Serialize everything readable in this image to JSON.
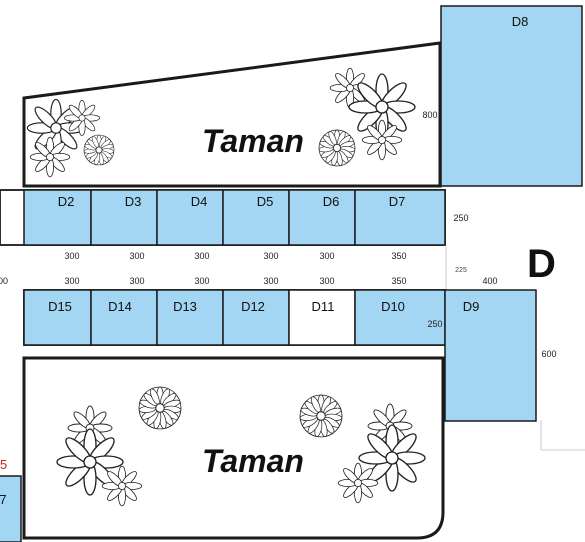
{
  "zone_label": "D",
  "garden_top": {
    "label": "Taman"
  },
  "garden_bottom": {
    "label": "Taman"
  },
  "stalls": {
    "D8": "D8",
    "D2": "D2",
    "D3": "D3",
    "D4": "D4",
    "D5": "D5",
    "D6": "D6",
    "D7": "D7",
    "D15": "D15",
    "D14": "D14",
    "D13": "D13",
    "D12": "D12",
    "D11": "D11",
    "D10": "D10",
    "D9": "D9"
  },
  "dimensions": {
    "d8_height": "800",
    "top_row_height": "250",
    "top_widths": [
      "300",
      "300",
      "300",
      "300",
      "300",
      "350"
    ],
    "bottom_widths": [
      "00",
      "300",
      "300",
      "300",
      "300",
      "300",
      "350"
    ],
    "gap_small": "225",
    "d9_width": "400",
    "d10_height": "250",
    "d9_height": "600"
  },
  "edge_fragments": {
    "red_number": "5",
    "left_stall": "7"
  },
  "colors": {
    "stall_fill": "#a2d6f2",
    "stall_empty": "#ffffff",
    "stroke": "#1a1a1a",
    "accent_red": "#d21e1e"
  }
}
